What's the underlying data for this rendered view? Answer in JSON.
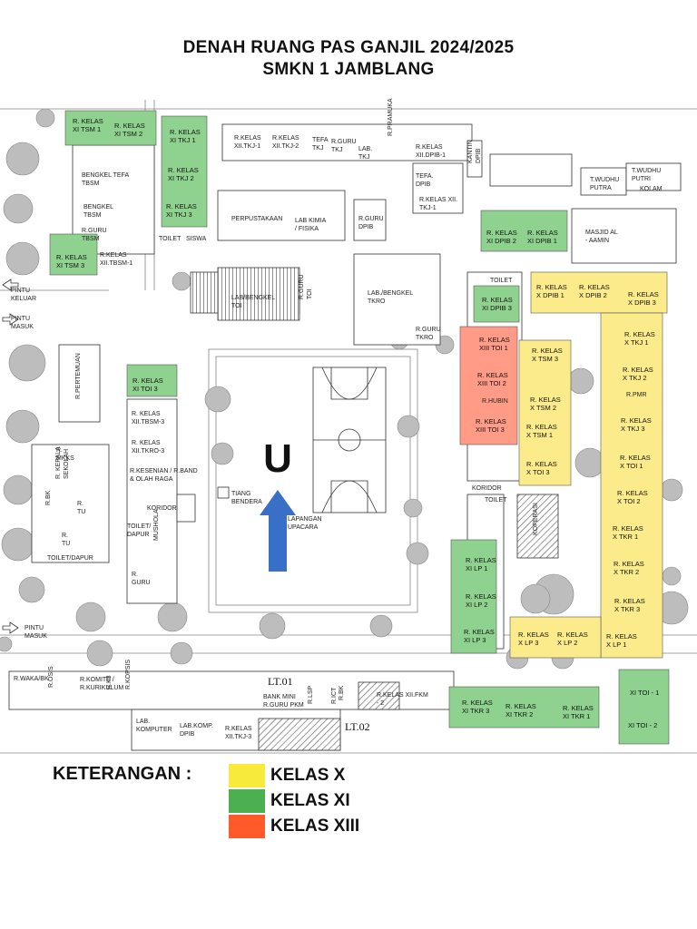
{
  "header": {
    "title": "DENAH RUANG PAS GANJIL 2024/2025",
    "subtitle": "SMKN 1 JAMBLANG"
  },
  "colors": {
    "kelas_x": "#f7ea3b",
    "kelas_xi": "#4caf50",
    "kelas_xiii": "#ff5a2a",
    "arrow": "#3a6fc8"
  },
  "map": {
    "north_marker": "U",
    "rooms_green": [
      [
        "R. KELAS",
        "XI TSM 1"
      ],
      [
        "R. KELAS",
        "XI TSM 2"
      ],
      [
        "R. KELAS",
        "XI TKJ 1"
      ],
      [
        "R. KELAS",
        "XI TKJ 2"
      ],
      [
        "R. KELAS",
        "XI TKJ 3"
      ],
      [
        "R. KELAS",
        "XI TSM 3"
      ],
      [
        "R. KELAS",
        "XI DPIB 2"
      ],
      [
        "R. KELAS",
        "XI DPIB 1"
      ],
      [
        "R. KELAS",
        "XI DPIB 3"
      ],
      [
        "R. KELAS",
        "XI TOI 3"
      ],
      [
        "R. KELAS",
        "XI LP 1"
      ],
      [
        "R. KELAS",
        "XI LP 2"
      ],
      [
        "R. KELAS",
        "XI LP 3"
      ],
      [
        "R. KELAS",
        "XI TKR 3"
      ],
      [
        "R. KELAS",
        "XI TKR 2"
      ],
      [
        "R. KELAS",
        "XI TKR 1"
      ],
      [
        "XI TOI - 1",
        ""
      ],
      [
        "XI TOI - 2",
        ""
      ]
    ],
    "rooms_yellow": [
      [
        "R. KELAS",
        "X DPIB 1"
      ],
      [
        "R. KELAS",
        "X DPIB 2"
      ],
      [
        "R. KELAS",
        "X DPIB 3"
      ],
      [
        "R. KELAS",
        "X TKJ 1"
      ],
      [
        "R. KELAS",
        "X TKJ 2"
      ],
      [
        "R. KELAS",
        "X TKJ 3"
      ],
      [
        "R. KELAS",
        "X TSM 3"
      ],
      [
        "R. KELAS",
        "X TSM 2"
      ],
      [
        "R. KELAS",
        "X TSM 1"
      ],
      [
        "R. KELAS",
        "X TOI 3"
      ],
      [
        "R. KELAS",
        "X TOI 1"
      ],
      [
        "R. KELAS",
        "X TOI 2"
      ],
      [
        "R. KELAS",
        "X TKR 1"
      ],
      [
        "R. KELAS",
        "X TKR 2"
      ],
      [
        "R. KELAS",
        "X TKR 3"
      ],
      [
        "R. KELAS",
        "X LP 3"
      ],
      [
        "R. KELAS",
        "X LP 2"
      ],
      [
        "R. KELAS",
        "X LP 1"
      ]
    ],
    "rooms_red": [
      [
        "R. KELAS",
        "XIII TOI 1"
      ],
      [
        "R. KELAS",
        "XIII TOI 2"
      ],
      [
        "R. KELAS",
        "XIII TOI 3"
      ]
    ],
    "rooms_plain": [
      "R.KELAS XII.TKJ-1",
      "R.KELAS XII.TKJ-2",
      "TEFA TKJ",
      "R.GURU TKJ",
      "LAB. TKJ",
      "R.PRAMUKA",
      "R.KELAS XII.DPIB-1",
      "KANTIN DPIB",
      "TEFA. DPIB",
      "R.KELAS XII. TKJ-1",
      "BENGKEL TEFA TBSM",
      "BENGKEL TBSM",
      "R.GURU TBSM",
      "R.KELAS XII.TBSM-1",
      "TOILET",
      "SISWA",
      "PERPUSTAKAAN",
      "LAB KIMIA / FISIKA",
      "R.GURU DPIB",
      "LAB/BENGKEL TOI",
      "R.GURU TOI",
      "LAB./BENGKEL TKRO",
      "R.GURU TKRO",
      "T.WUDHU PUTRA",
      "T.WUDHU PUTRI",
      "KOLAM",
      "MASJID AL - AAMIN",
      "R.PERTEMUAN",
      "R. MKKS",
      "R. KEPALA SEKOLAH",
      "R.BK",
      "R. TU",
      "R. TU",
      "TOILET/DAPUR",
      "R. KELAS XII.TBSM-3",
      "R. KELAS XII.TKRO-3",
      "R.KESENIAN / R.BAND & OLAH RAGA",
      "KORIDOR",
      "TOILET/ DAPUR",
      "MUSHOLA",
      "R. GURU",
      "TIANG BENDERA",
      "LAPANGAN UPACARA",
      "TOILET",
      "R.HUBIN",
      "KORIDOR",
      "TOILET",
      "KOPERASI",
      "R.PMR",
      "PINTU KELUAR",
      "PINTU MASUK",
      "PINTU MASUK",
      "R.WAKA/BK",
      "R.OSIS",
      "R.KOMITE / R.KURIKULUM",
      "R.K3",
      "R.KOPSIS",
      "LT.01",
      "BANK MINI R.GURU PKM",
      "R.LSP",
      "R.ICT",
      "R.BK",
      "R.KELAS XII.FKM - 2",
      "LT.02",
      "LAB. KOMPUTER",
      "LAB.KOMP. DPIB",
      "R.KELAS XII.TKJ-3"
    ]
  },
  "legend": {
    "title": "KETERANGAN :",
    "items": [
      {
        "label": "KELAS X",
        "color": "#f7ea3b"
      },
      {
        "label": "KELAS XI",
        "color": "#4caf50"
      },
      {
        "label": "KELAS XIII",
        "color": "#ff5a2a"
      }
    ]
  }
}
